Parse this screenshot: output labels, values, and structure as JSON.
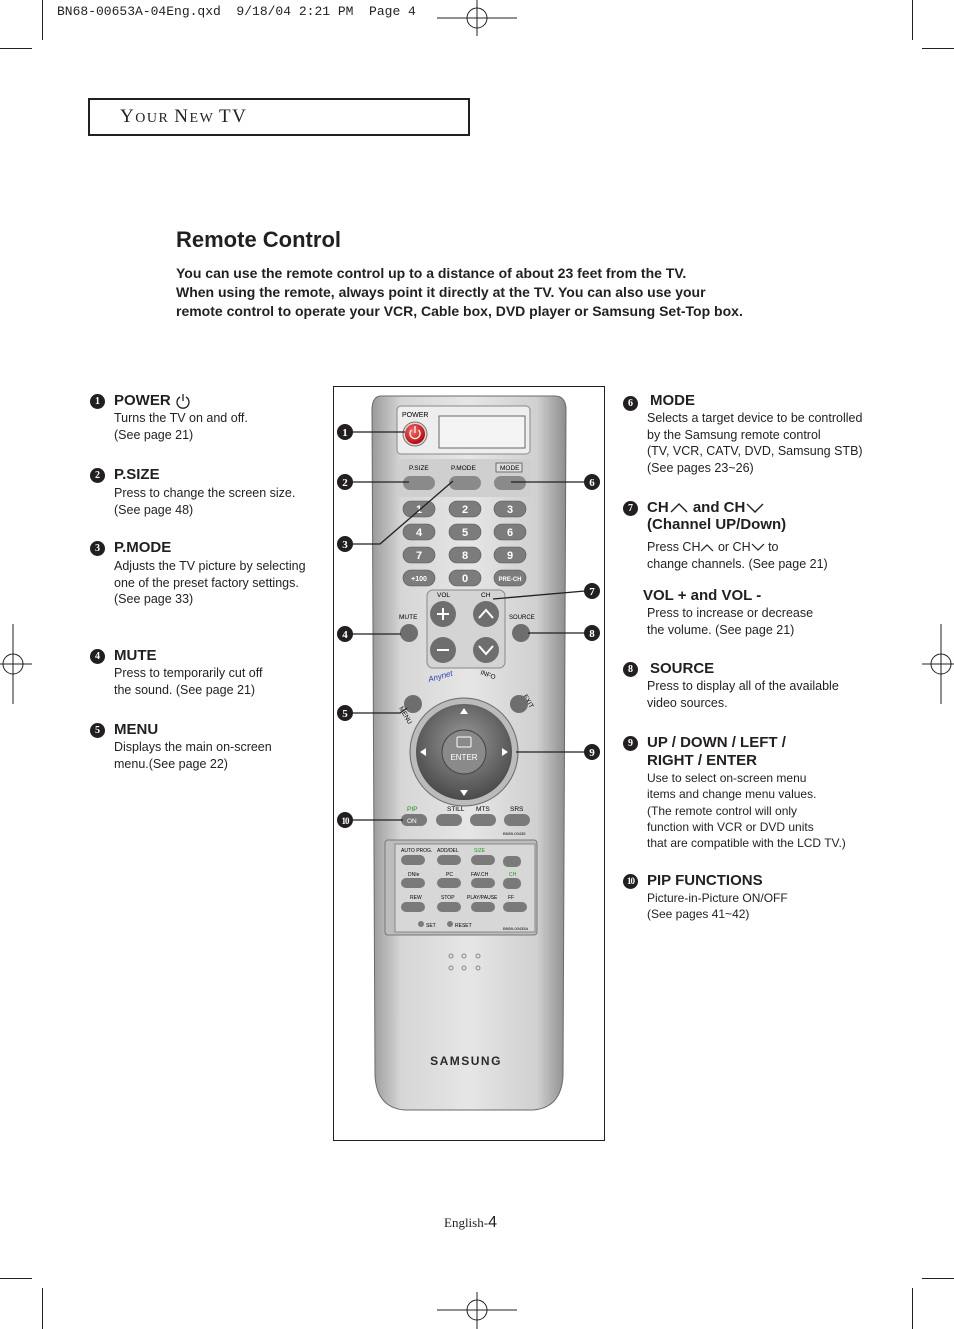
{
  "slug": "BN68-00653A-04Eng.qxd  9/18/04 2:21 PM  Page 4",
  "header": {
    "first_big": "Y",
    "first_small": "OUR ",
    "second_big": "N",
    "second_small": "EW ",
    "third": "TV"
  },
  "title": "Remote Control",
  "intro": [
    "You can use the remote control up to a distance of about 23 feet from the TV.",
    "When using the remote, always point it directly at the TV. You can also use your",
    "remote control to operate your VCR, Cable box, DVD player or Samsung Set-Top box."
  ],
  "left_items": [
    {
      "num": "1",
      "title": "POWER",
      "lines": [
        "Turns the TV on and off.",
        "(See page 21)"
      ]
    },
    {
      "num": "2",
      "title": "P.SIZE",
      "lines": [
        "Press to change the screen size.",
        "(See page 48)"
      ]
    },
    {
      "num": "3",
      "title": "P.MODE",
      "lines": [
        "Adjusts the TV picture by selecting",
        "one of the preset factory settings.",
        "(See page 33)"
      ]
    },
    {
      "num": "4",
      "title": "MUTE",
      "lines": [
        "Press to temporarily cut off",
        "the sound. (See page 21)"
      ]
    },
    {
      "num": "5",
      "title": "MENU",
      "lines": [
        "Displays the main on-screen",
        "menu.(See page 22)"
      ]
    }
  ],
  "right_items": {
    "mode": {
      "num": "6",
      "title": "MODE",
      "lines": [
        "Selects a target device to be controlled",
        "by the Samsung  remote control",
        "(TV, VCR, CATV, DVD, Samsung STB)",
        "(See pages 23~26)"
      ]
    },
    "ch": {
      "num": "7",
      "title_a": "CH",
      "title_b": " and CH",
      "title_line2": "(Channel UP/Down)",
      "line1_a": "Press CH",
      "line1_b": " or CH",
      "line1_c": " to",
      "line2": "change channels. (See page 21)"
    },
    "vol": {
      "title": "VOL + and VOL -",
      "lines": [
        "Press to increase or decrease",
        "the volume. (See page 21)"
      ]
    },
    "source": {
      "num": "8",
      "title": "SOURCE",
      "lines": [
        "Press to display all of the available",
        "video sources."
      ]
    },
    "nav": {
      "num": "9",
      "title_lines": [
        "UP / DOWN / LEFT /",
        "RIGHT / ENTER"
      ],
      "lines": [
        "Use to select on-screen menu",
        "items and change menu values.",
        "(The remote control will only",
        "function with VCR or DVD units",
        "that are compatible with the LCD TV.)"
      ]
    },
    "pip": {
      "num": "10",
      "title": "PIP FUNCTIONS",
      "lines": [
        "Picture-in-Picture ON/OFF",
        "(See pages 41~42)"
      ]
    }
  },
  "remote": {
    "power": "POWER",
    "psize": "P.SIZE",
    "pmode": "P.MODE",
    "mode": "MODE",
    "digits": [
      "1",
      "2",
      "3",
      "4",
      "5",
      "6",
      "7",
      "8",
      "9"
    ],
    "plus100": "+100",
    "zero": "0",
    "prech": "PRE-CH",
    "vol": "VOL",
    "ch": "CH",
    "mute": "MUTE",
    "source": "SOURCE",
    "menu": "MENU",
    "anynet": "Anynet",
    "info": "INFO",
    "exit": "EXIT",
    "enter": "ENTER",
    "pip": "PIP",
    "on": "ON",
    "still": "STILL",
    "mts": "MTS",
    "srs": "SRS",
    "model1": "BN59-00435",
    "lower_row1": [
      "AUTO PROG.",
      "ADD/DEL",
      "SIZE"
    ],
    "lower_row2": [
      "DNIe",
      "PC",
      "FAV.CH",
      "CH"
    ],
    "lower_row3": [
      "REW",
      "STOP",
      "PLAY/PAUSE",
      "FF"
    ],
    "set": "SET",
    "reset": "RESET",
    "model2": "BN59-00435A",
    "brand": "SAMSUNG"
  },
  "footer": {
    "lang": "English-",
    "page": "4"
  }
}
